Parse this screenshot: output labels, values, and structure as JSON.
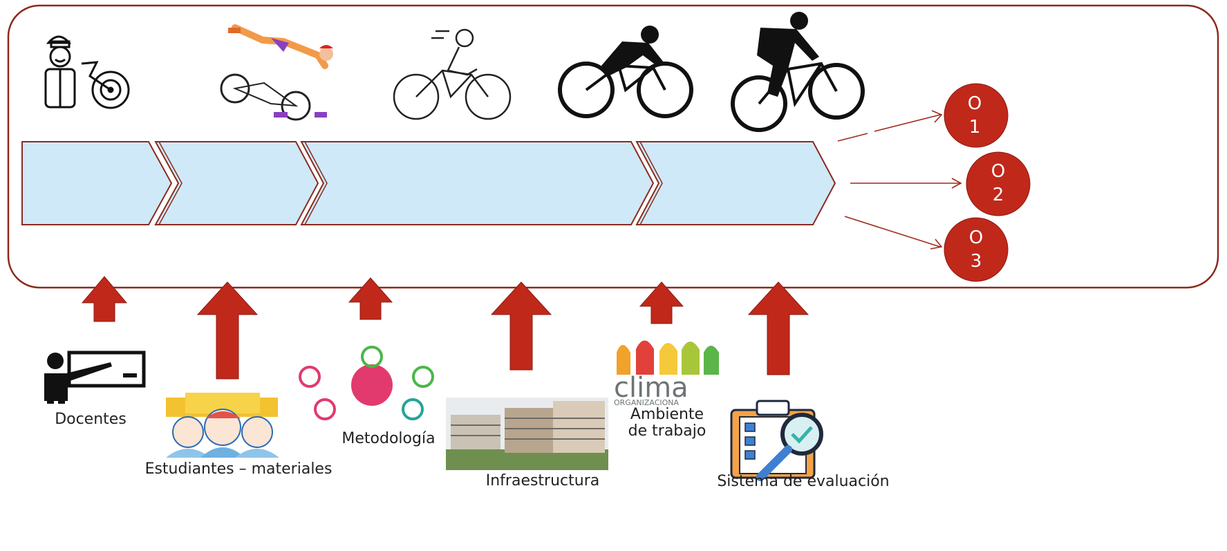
{
  "outcomes": [
    {
      "top": "O",
      "bottom": "1"
    },
    {
      "top": "O",
      "bottom": "2"
    },
    {
      "top": "O",
      "bottom": "3"
    }
  ],
  "inputs": [
    {
      "label": "Docentes",
      "icon": "teacher-board-icon"
    },
    {
      "label": "Estudiantes – materiales",
      "icon": "students-banner-icon"
    },
    {
      "label": "Metodología",
      "icon": "activities-cycle-icon"
    },
    {
      "label": "Infraestructura",
      "icon": "building-photo"
    },
    {
      "label": "Ambiente de trabajo",
      "icon": "clima-organizacional-logo"
    },
    {
      "label": "Sistema de evaluación",
      "icon": "clipboard-magnifier-icon"
    }
  ],
  "clima_logo_text": "clima",
  "clima_logo_sub": "ORGANIZACIONA",
  "cyclists": [
    "cyclist-helmet-icon",
    "cyclist-falling-icon",
    "cyclist-outline-icon",
    "cyclist-silhouette-icon",
    "cyclist-mountain-silhouette-icon"
  ],
  "colors": {
    "frame": "#8b2a1e",
    "chevron_fill": "#cfe9f8",
    "chevron_stroke": "#8b2a1e",
    "arrow_up": "#c0281a",
    "circle": "#c0281a",
    "outcome_line": "#a0281a"
  }
}
